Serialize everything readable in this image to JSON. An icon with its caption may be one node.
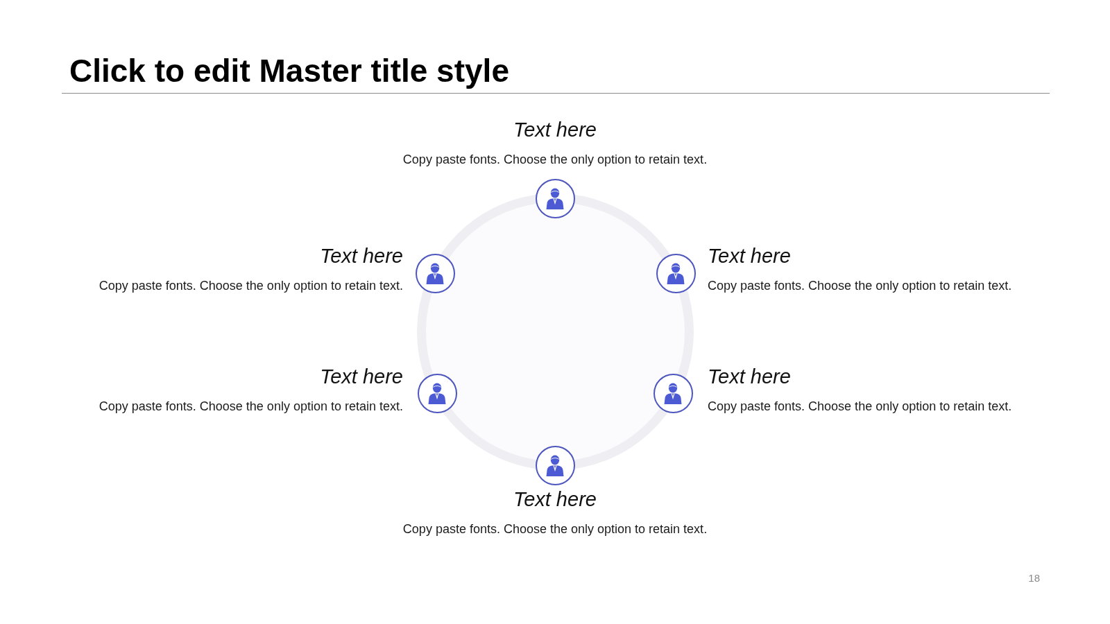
{
  "diagram": {
    "title": "Click to edit Master title style",
    "nodes": [
      {
        "text": [],
        "shape": "circle",
        "beside": [
          "Text here",
          "Copy paste fonts. Choose the only option to retain text."
        ]
      },
      {
        "text": [],
        "shape": "circle",
        "beside": [
          "Text here",
          "Copy paste fonts. Choose the only option to retain text."
        ]
      },
      {
        "text": [],
        "shape": "circle",
        "beside": [
          "Text here",
          "Copy paste fonts. Choose the only option to retain text."
        ]
      },
      {
        "text": [],
        "shape": "circle",
        "beside": [
          "Text here",
          "Copy paste fonts. Choose the only option to retain text."
        ]
      },
      {
        "text": [],
        "shape": "circle",
        "beside": [
          "Text here",
          "Copy paste fonts. Choose the only option to retain text."
        ]
      },
      {
        "text": [],
        "shape": "circle",
        "beside": [
          "Text here",
          "Copy paste fonts. Choose the only option to retain text."
        ]
      }
    ],
    "labels": [
      "18"
    ]
  }
}
